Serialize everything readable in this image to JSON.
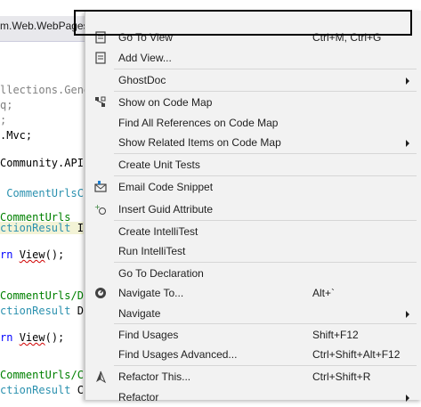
{
  "editor": {
    "tab_title": "m.Web.WebPages.",
    "lines": [
      {
        "text": "llections.Gene",
        "cls": "gray"
      },
      {
        "text": "q;",
        "cls": "gray"
      },
      {
        "text": ";",
        "cls": "gray"
      },
      {
        "text": ".Mvc;",
        "cls": "plain"
      },
      {
        "text": "",
        "cls": "plain"
      },
      {
        "text": "Community.API",
        "cls": "plain"
      },
      {
        "text": "",
        "cls": "plain"
      },
      {
        "text": " CommentUrlsC",
        "cls": "str"
      },
      {
        "text": "",
        "cls": "plain"
      },
      {
        "text": "CommentUrls",
        "cls": "com"
      },
      {
        "text": "ctionResult I",
        "cls": "hlline"
      },
      {
        "text": "",
        "cls": "plain"
      },
      {
        "text": "rn View();",
        "cls": "ret"
      },
      {
        "text": "",
        "cls": "plain"
      },
      {
        "text": "",
        "cls": "plain"
      },
      {
        "text": "CommentUrls/D",
        "cls": "com"
      },
      {
        "text": "ctionResult D",
        "cls": "action"
      },
      {
        "text": "",
        "cls": "plain"
      },
      {
        "text": "rn View();",
        "cls": "ret"
      },
      {
        "text": "",
        "cls": "plain"
      },
      {
        "text": "",
        "cls": "plain"
      },
      {
        "text": "CommentUrls/C",
        "cls": "com"
      },
      {
        "text": "ctionResult C",
        "cls": "action"
      }
    ]
  },
  "menu": {
    "items": [
      {
        "label": "Go To View",
        "shortcut": "Ctrl+M, Ctrl+G",
        "icon": "view-doc-icon",
        "submenu": false
      },
      {
        "label": "Add View...",
        "shortcut": "",
        "icon": "add-view-icon",
        "submenu": false
      },
      {
        "label": "GhostDoc",
        "shortcut": "",
        "icon": "",
        "submenu": true
      },
      {
        "label": "Show on Code Map",
        "shortcut": "",
        "icon": "code-map-icon",
        "submenu": false
      },
      {
        "label": "Find All References on Code Map",
        "shortcut": "",
        "icon": "",
        "submenu": false
      },
      {
        "label": "Show Related Items on Code Map",
        "shortcut": "",
        "icon": "",
        "submenu": true
      },
      {
        "label": "Create Unit Tests",
        "shortcut": "",
        "icon": "",
        "submenu": false
      },
      {
        "label": "Email Code Snippet",
        "shortcut": "",
        "icon": "email-snippet-icon",
        "submenu": false
      },
      {
        "label": "Insert Guid Attribute",
        "shortcut": "",
        "icon": "guid-icon",
        "submenu": false
      },
      {
        "label": "Create IntelliTest",
        "shortcut": "",
        "icon": "",
        "submenu": false
      },
      {
        "label": "Run IntelliTest",
        "shortcut": "",
        "icon": "",
        "submenu": false
      },
      {
        "label": "Go To Declaration",
        "shortcut": "",
        "icon": "",
        "submenu": false
      },
      {
        "label": "Navigate To...",
        "shortcut": "Alt+`",
        "icon": "navigate-icon",
        "submenu": false
      },
      {
        "label": "Navigate",
        "shortcut": "",
        "icon": "",
        "submenu": true
      },
      {
        "label": "Find Usages",
        "shortcut": "Shift+F12",
        "icon": "",
        "submenu": false
      },
      {
        "label": "Find Usages Advanced...",
        "shortcut": "Ctrl+Shift+Alt+F12",
        "icon": "",
        "submenu": false
      },
      {
        "label": "Refactor This...",
        "shortcut": "Ctrl+Shift+R",
        "icon": "refactor-icon",
        "submenu": false
      },
      {
        "label": "Refactor",
        "shortcut": "",
        "icon": "",
        "submenu": true
      }
    ]
  },
  "colors": {
    "menu_bg": "#f2f2f2",
    "separator": "#d6d6d6",
    "code_keyword": "#0000ff",
    "code_comment": "#008000",
    "code_type": "#2b91af"
  }
}
